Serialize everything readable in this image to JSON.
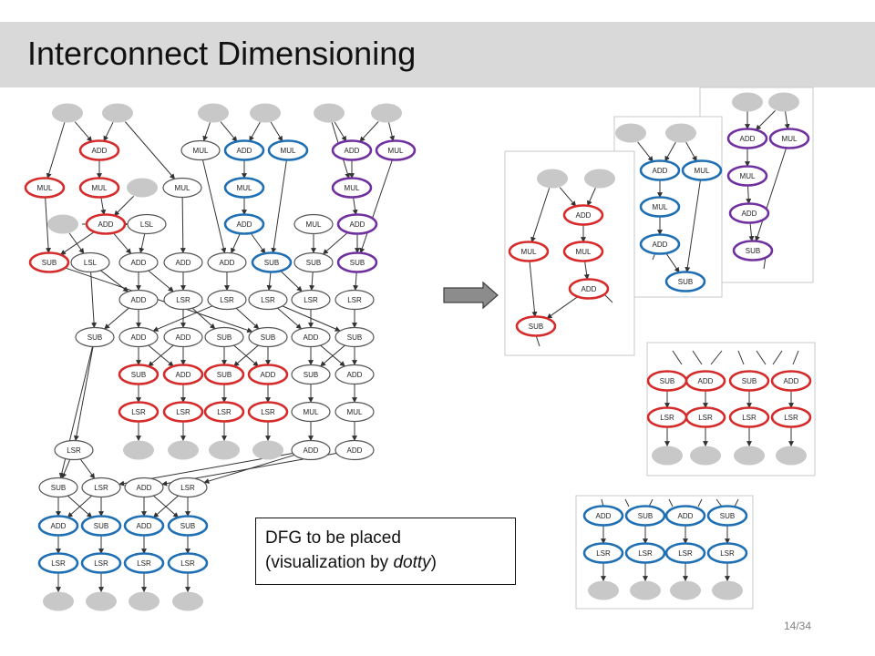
{
  "slide": {
    "title": "Interconnect Dimensioning",
    "caption_line1": "DFG to be placed",
    "caption_line2_prefix": "(visualization by ",
    "caption_line2_emph": "dotty",
    "caption_line2_suffix": ")",
    "page_number": "14/34"
  },
  "colors": {
    "red": "#d62b2b",
    "blue": "#1f6fb4",
    "purple": "#7030a0",
    "gray": "#555555",
    "gray_fill": "#c8c8c8",
    "arrow_fill": "#8c8c8c"
  },
  "dfg": {
    "nodes": [
      {
        "id": "i1",
        "label": ""
      },
      {
        "id": "i2",
        "label": ""
      },
      {
        "id": "i3",
        "label": ""
      },
      {
        "id": "i4",
        "label": ""
      },
      {
        "id": "i5",
        "label": ""
      },
      {
        "id": "i6",
        "label": ""
      },
      {
        "id": "i7",
        "label": ""
      },
      {
        "id": "i8",
        "label": ""
      },
      {
        "id": "a1",
        "label": "ADD",
        "color": "red"
      },
      {
        "id": "m1",
        "label": "MUL"
      },
      {
        "id": "a2",
        "label": "ADD",
        "color": "blue"
      },
      {
        "id": "m2",
        "label": "MUL",
        "color": "blue"
      },
      {
        "id": "a3",
        "label": "ADD",
        "color": "purple"
      },
      {
        "id": "m3",
        "label": "MUL",
        "color": "purple"
      },
      {
        "id": "m4",
        "label": "MUL",
        "color": "red"
      },
      {
        "id": "m5",
        "label": "MUL",
        "color": "red"
      },
      {
        "id": "m6",
        "label": "MUL"
      },
      {
        "id": "m7",
        "label": "MUL",
        "color": "blue"
      },
      {
        "id": "m8",
        "label": "MUL",
        "color": "purple"
      },
      {
        "id": "a4",
        "label": "ADD",
        "color": "red"
      },
      {
        "id": "l1",
        "label": "LSL"
      },
      {
        "id": "a5",
        "label": "ADD",
        "color": "blue"
      },
      {
        "id": "m9",
        "label": "MUL"
      },
      {
        "id": "a6",
        "label": "ADD",
        "color": "purple"
      },
      {
        "id": "s1",
        "label": "SUB",
        "color": "red"
      },
      {
        "id": "l2",
        "label": "LSL"
      },
      {
        "id": "a7",
        "label": "ADD"
      },
      {
        "id": "a8",
        "label": "ADD"
      },
      {
        "id": "a9",
        "label": "ADD"
      },
      {
        "id": "s2",
        "label": "SUB",
        "color": "blue"
      },
      {
        "id": "s3",
        "label": "SUB"
      },
      {
        "id": "s4",
        "label": "SUB",
        "color": "purple"
      },
      {
        "id": "a10",
        "label": "ADD"
      },
      {
        "id": "r1",
        "label": "LSR"
      },
      {
        "id": "r2",
        "label": "LSR"
      },
      {
        "id": "r3",
        "label": "LSR"
      },
      {
        "id": "r4",
        "label": "LSR"
      },
      {
        "id": "r5",
        "label": "LSR"
      },
      {
        "id": "s5",
        "label": "SUB"
      },
      {
        "id": "a11",
        "label": "ADD"
      },
      {
        "id": "a12",
        "label": "ADD"
      },
      {
        "id": "s6",
        "label": "SUB"
      },
      {
        "id": "s7",
        "label": "SUB"
      },
      {
        "id": "a13",
        "label": "ADD"
      },
      {
        "id": "s8",
        "label": "SUB"
      },
      {
        "id": "s9",
        "label": "SUB",
        "color": "red"
      },
      {
        "id": "a14",
        "label": "ADD",
        "color": "red"
      },
      {
        "id": "s10",
        "label": "SUB",
        "color": "red"
      },
      {
        "id": "a15",
        "label": "ADD",
        "color": "red"
      },
      {
        "id": "s11",
        "label": "SUB"
      },
      {
        "id": "a16",
        "label": "ADD"
      },
      {
        "id": "r6",
        "label": "LSR",
        "color": "red"
      },
      {
        "id": "r7",
        "label": "LSR",
        "color": "red"
      },
      {
        "id": "r8",
        "label": "LSR",
        "color": "red"
      },
      {
        "id": "r9",
        "label": "LSR",
        "color": "red"
      },
      {
        "id": "m10",
        "label": "MUL"
      },
      {
        "id": "m11",
        "label": "MUL"
      },
      {
        "id": "o1",
        "label": ""
      },
      {
        "id": "o2",
        "label": ""
      },
      {
        "id": "o3",
        "label": ""
      },
      {
        "id": "o4",
        "label": ""
      },
      {
        "id": "a17",
        "label": "ADD"
      },
      {
        "id": "a18",
        "label": "ADD"
      },
      {
        "id": "r10",
        "label": "LSR"
      },
      {
        "id": "s12",
        "label": "SUB"
      },
      {
        "id": "r11",
        "label": "LSR"
      },
      {
        "id": "a19",
        "label": "ADD"
      },
      {
        "id": "r12",
        "label": "LSR"
      },
      {
        "id": "a20",
        "label": "ADD",
        "color": "blue"
      },
      {
        "id": "s13",
        "label": "SUB",
        "color": "blue"
      },
      {
        "id": "a21",
        "label": "ADD",
        "color": "blue"
      },
      {
        "id": "s14",
        "label": "SUB",
        "color": "blue"
      },
      {
        "id": "r13",
        "label": "LSR",
        "color": "blue"
      },
      {
        "id": "r14",
        "label": "LSR",
        "color": "blue"
      },
      {
        "id": "r15",
        "label": "LSR",
        "color": "blue"
      },
      {
        "id": "r16",
        "label": "LSR",
        "color": "blue"
      },
      {
        "id": "o5",
        "label": ""
      },
      {
        "id": "o6",
        "label": ""
      },
      {
        "id": "o7",
        "label": ""
      },
      {
        "id": "o8",
        "label": ""
      }
    ],
    "edges": [
      [
        "i1",
        "m4"
      ],
      [
        "i1",
        "a1"
      ],
      [
        "i2",
        "a1"
      ],
      [
        "i2",
        "m6"
      ],
      [
        "i3",
        "m1"
      ],
      [
        "i3",
        "a2"
      ],
      [
        "i4",
        "a2"
      ],
      [
        "i4",
        "m2"
      ],
      [
        "i5",
        "m8"
      ],
      [
        "i5",
        "a3"
      ],
      [
        "i6",
        "a3"
      ],
      [
        "i6",
        "m3"
      ],
      [
        "i7",
        "a4"
      ],
      [
        "i8",
        "l1"
      ],
      [
        "i8",
        "l2"
      ],
      [
        "a1",
        "m5"
      ],
      [
        "m4",
        "s1"
      ],
      [
        "m5",
        "a4"
      ],
      [
        "a4",
        "s1"
      ],
      [
        "a4",
        "a7"
      ],
      [
        "l1",
        "a7"
      ],
      [
        "m1",
        "a9"
      ],
      [
        "a2",
        "m7"
      ],
      [
        "m7",
        "a5"
      ],
      [
        "a5",
        "a9"
      ],
      [
        "a5",
        "s2"
      ],
      [
        "m2",
        "s2"
      ],
      [
        "a3",
        "m8"
      ],
      [
        "m8",
        "a6"
      ],
      [
        "m9",
        "s3"
      ],
      [
        "a6",
        "s3"
      ],
      [
        "a6",
        "s4"
      ],
      [
        "m3",
        "s4"
      ],
      [
        "m6",
        "a8"
      ],
      [
        "l2",
        "a10"
      ],
      [
        "a7",
        "a10"
      ],
      [
        "a7",
        "r1"
      ],
      [
        "a8",
        "r1"
      ],
      [
        "a9",
        "r2"
      ],
      [
        "s2",
        "r3"
      ],
      [
        "s3",
        "r4"
      ],
      [
        "s4",
        "r5"
      ],
      [
        "s2",
        "r4"
      ],
      [
        "s1",
        "s7"
      ],
      [
        "l2",
        "s5"
      ],
      [
        "a10",
        "s5"
      ],
      [
        "a10",
        "a11"
      ],
      [
        "r1",
        "a12"
      ],
      [
        "r1",
        "s6"
      ],
      [
        "r2",
        "a11"
      ],
      [
        "r2",
        "s7"
      ],
      [
        "r3",
        "a13"
      ],
      [
        "r3",
        "s8"
      ],
      [
        "r4",
        "a13"
      ],
      [
        "r5",
        "s8"
      ],
      [
        "a11",
        "s9"
      ],
      [
        "a11",
        "a14"
      ],
      [
        "a12",
        "s9"
      ],
      [
        "a12",
        "a14"
      ],
      [
        "s6",
        "s10"
      ],
      [
        "s6",
        "a15"
      ],
      [
        "s7",
        "s10"
      ],
      [
        "s7",
        "a15"
      ],
      [
        "a13",
        "s11"
      ],
      [
        "a13",
        "a16"
      ],
      [
        "s8",
        "s11"
      ],
      [
        "s8",
        "a16"
      ],
      [
        "s9",
        "r6"
      ],
      [
        "a14",
        "r7"
      ],
      [
        "s10",
        "r8"
      ],
      [
        "a15",
        "r9"
      ],
      [
        "s11",
        "m10"
      ],
      [
        "a16",
        "m11"
      ],
      [
        "r6",
        "o1"
      ],
      [
        "r7",
        "o2"
      ],
      [
        "r8",
        "o3"
      ],
      [
        "r9",
        "o4"
      ],
      [
        "m10",
        "a17"
      ],
      [
        "m11",
        "a18"
      ],
      [
        "s5",
        "r10"
      ],
      [
        "r10",
        "s12"
      ],
      [
        "a17",
        "r11"
      ],
      [
        "s5",
        "s12"
      ],
      [
        "r10",
        "r11"
      ],
      [
        "a18",
        "a19"
      ],
      [
        "a17",
        "r12"
      ],
      [
        "s12",
        "a20"
      ],
      [
        "s12",
        "s13"
      ],
      [
        "r11",
        "a20"
      ],
      [
        "r11",
        "s13"
      ],
      [
        "a19",
        "a21"
      ],
      [
        "a19",
        "s14"
      ],
      [
        "r12",
        "a21"
      ],
      [
        "r12",
        "s14"
      ],
      [
        "a20",
        "r13"
      ],
      [
        "s13",
        "r14"
      ],
      [
        "a21",
        "r15"
      ],
      [
        "s14",
        "r16"
      ],
      [
        "r13",
        "o5"
      ],
      [
        "r14",
        "o6"
      ],
      [
        "r15",
        "o7"
      ],
      [
        "r16",
        "o8"
      ]
    ]
  },
  "panels": [
    {
      "id": "panel-red",
      "nodes": [
        {
          "id": "p1i1",
          "label": ""
        },
        {
          "id": "p1i2",
          "label": ""
        },
        {
          "id": "p1a1",
          "label": "ADD",
          "color": "red"
        },
        {
          "id": "p1m1",
          "label": "MUL",
          "color": "red"
        },
        {
          "id": "p1m2",
          "label": "MUL",
          "color": "red"
        },
        {
          "id": "p1a2",
          "label": "ADD",
          "color": "red"
        },
        {
          "id": "p1s1",
          "label": "SUB",
          "color": "red"
        }
      ],
      "edges": [
        [
          "p1i1",
          "p1a1"
        ],
        [
          "p1i1",
          "p1m1"
        ],
        [
          "p1i2",
          "p1a1"
        ],
        [
          "p1a1",
          "p1m2"
        ],
        [
          "p1m2",
          "p1a2"
        ],
        [
          "p1m1",
          "p1s1"
        ],
        [
          "p1a2",
          "p1s1"
        ]
      ]
    },
    {
      "id": "panel-blue",
      "nodes": [
        {
          "id": "p2i1",
          "label": ""
        },
        {
          "id": "p2i2",
          "label": ""
        },
        {
          "id": "p2a1",
          "label": "ADD",
          "color": "blue"
        },
        {
          "id": "p2m1",
          "label": "MUL",
          "color": "blue"
        },
        {
          "id": "p2m2",
          "label": "MUL",
          "color": "blue"
        },
        {
          "id": "p2a2",
          "label": "ADD",
          "color": "blue"
        },
        {
          "id": "p2s1",
          "label": "SUB",
          "color": "blue"
        }
      ],
      "edges": [
        [
          "p2i1",
          "p2a1"
        ],
        [
          "p2i2",
          "p2a1"
        ],
        [
          "p2i2",
          "p2m1"
        ],
        [
          "p2a1",
          "p2m2"
        ],
        [
          "p2m2",
          "p2a2"
        ],
        [
          "p2a2",
          "p2s1"
        ],
        [
          "p2m1",
          "p2s1"
        ]
      ]
    },
    {
      "id": "panel-purple",
      "nodes": [
        {
          "id": "p3i1",
          "label": ""
        },
        {
          "id": "p3i2",
          "label": ""
        },
        {
          "id": "p3a1",
          "label": "ADD",
          "color": "purple"
        },
        {
          "id": "p3m1",
          "label": "MUL",
          "color": "purple"
        },
        {
          "id": "p3m2",
          "label": "MUL",
          "color": "purple"
        },
        {
          "id": "p3a2",
          "label": "ADD",
          "color": "purple"
        },
        {
          "id": "p3s1",
          "label": "SUB",
          "color": "purple"
        }
      ],
      "edges": [
        [
          "p3i1",
          "p3a1"
        ],
        [
          "p3i2",
          "p3a1"
        ],
        [
          "p3i2",
          "p3m1"
        ],
        [
          "p3a1",
          "p3m2"
        ],
        [
          "p3m2",
          "p3a2"
        ],
        [
          "p3a2",
          "p3s1"
        ],
        [
          "p3m1",
          "p3s1"
        ]
      ]
    },
    {
      "id": "panel-red-rows",
      "nodes": [
        {
          "id": "p4s1",
          "label": "SUB",
          "color": "red"
        },
        {
          "id": "p4a1",
          "label": "ADD",
          "color": "red"
        },
        {
          "id": "p4s2",
          "label": "SUB",
          "color": "red"
        },
        {
          "id": "p4a2",
          "label": "ADD",
          "color": "red"
        },
        {
          "id": "p4r1",
          "label": "LSR",
          "color": "red"
        },
        {
          "id": "p4r2",
          "label": "LSR",
          "color": "red"
        },
        {
          "id": "p4r3",
          "label": "LSR",
          "color": "red"
        },
        {
          "id": "p4r4",
          "label": "LSR",
          "color": "red"
        },
        {
          "id": "p4o1",
          "label": ""
        },
        {
          "id": "p4o2",
          "label": ""
        },
        {
          "id": "p4o3",
          "label": ""
        },
        {
          "id": "p4o4",
          "label": ""
        }
      ],
      "edges": [
        [
          "p4s1",
          "p4r1"
        ],
        [
          "p4a1",
          "p4r2"
        ],
        [
          "p4s2",
          "p4r3"
        ],
        [
          "p4a2",
          "p4r4"
        ],
        [
          "p4r1",
          "p4o1"
        ],
        [
          "p4r2",
          "p4o2"
        ],
        [
          "p4r3",
          "p4o3"
        ],
        [
          "p4r4",
          "p4o4"
        ]
      ]
    },
    {
      "id": "panel-blue-rows",
      "nodes": [
        {
          "id": "p5a1",
          "label": "ADD",
          "color": "blue"
        },
        {
          "id": "p5s1",
          "label": "SUB",
          "color": "blue"
        },
        {
          "id": "p5a2",
          "label": "ADD",
          "color": "blue"
        },
        {
          "id": "p5s2",
          "label": "SUB",
          "color": "blue"
        },
        {
          "id": "p5r1",
          "label": "LSR",
          "color": "blue"
        },
        {
          "id": "p5r2",
          "label": "LSR",
          "color": "blue"
        },
        {
          "id": "p5r3",
          "label": "LSR",
          "color": "blue"
        },
        {
          "id": "p5r4",
          "label": "LSR",
          "color": "blue"
        },
        {
          "id": "p5o1",
          "label": ""
        },
        {
          "id": "p5o2",
          "label": ""
        },
        {
          "id": "p5o3",
          "label": ""
        },
        {
          "id": "p5o4",
          "label": ""
        }
      ],
      "edges": [
        [
          "p5a1",
          "p5r1"
        ],
        [
          "p5s1",
          "p5r2"
        ],
        [
          "p5a2",
          "p5r3"
        ],
        [
          "p5s2",
          "p5r4"
        ],
        [
          "p5r1",
          "p5o1"
        ],
        [
          "p5r2",
          "p5o2"
        ],
        [
          "p5r3",
          "p5o3"
        ],
        [
          "p5r4",
          "p5o4"
        ]
      ]
    }
  ]
}
